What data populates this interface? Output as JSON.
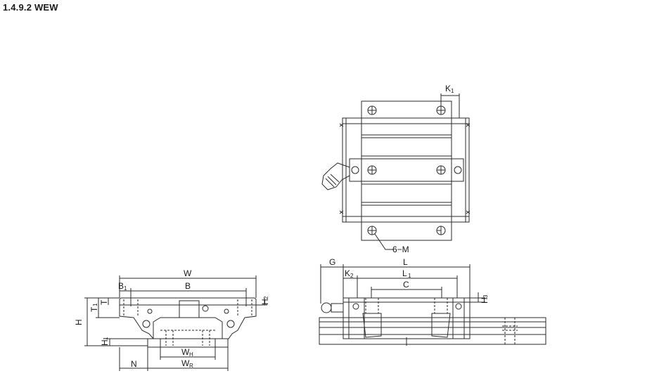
{
  "header": {
    "title": "1.4.9.2 WEW"
  },
  "top_view": {
    "k1": "K",
    "k1_sub": "1",
    "holes": "6−M"
  },
  "front_view": {
    "w": "W",
    "b1": "B",
    "b1_sub": "1",
    "b": "B",
    "t": "T",
    "t1": "T",
    "t1_sub": "1",
    "h": "H",
    "h1": "H",
    "h1_sub": "1",
    "h2": "H",
    "h2_sub": "2",
    "wh": "W",
    "wh_sub": "H",
    "n": "N",
    "wr": "W",
    "wr_sub": "R"
  },
  "side_view": {
    "g": "G",
    "l": "L",
    "k2": "K",
    "k2_sub": "2",
    "l1": "L",
    "l1_sub": "1",
    "c": "C",
    "h3": "H",
    "h3_sub": "3"
  },
  "colors": {
    "line": "#2a2a2a",
    "background": "#ffffff"
  }
}
